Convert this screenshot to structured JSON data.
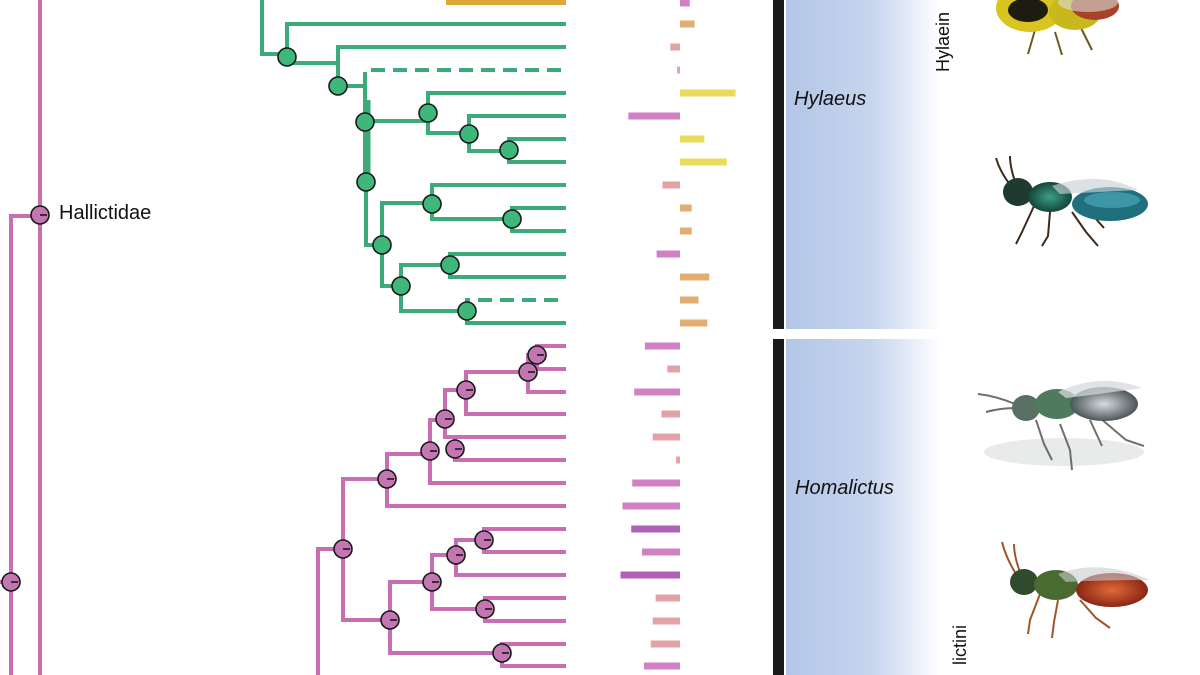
{
  "labels": {
    "family_node": "Hallictidae",
    "clade_top": "Hylaeus",
    "clade_bottom": "Homalictus",
    "tribe_top": "Hylaein",
    "tribe_bottom": "lictini"
  },
  "colors": {
    "green_branch": "#3daa7a",
    "green_node": "#3db87a",
    "pink_branch": "#c86fb4",
    "pink_node": "#c476b3",
    "bar_yellow": "#e8dc5a",
    "bar_orange": "#e0ad73",
    "bar_pink_light": "#e3a3a6",
    "bar_pink": "#d180c4",
    "bar_purple": "#b060b9",
    "bar_gold": "#e0a537",
    "clade_bar": "#1a1a1a",
    "gradient_blue": "#b6c8e6"
  },
  "trait_bars_top": [
    {
      "from": 0,
      "to": 0.5,
      "color": "bar_pink"
    },
    {
      "from": 0,
      "to": 0.75,
      "color": "bar_orange"
    },
    {
      "from": -0.5,
      "to": 0,
      "color": "bar_pink_light"
    },
    {
      "from": -0.15,
      "to": 0,
      "color": "bar_pink_light"
    },
    {
      "from": 0,
      "to": 2.85,
      "color": "bar_yellow"
    },
    {
      "from": -2.65,
      "to": 0,
      "color": "bar_pink"
    },
    {
      "from": 0,
      "to": 1.25,
      "color": "bar_yellow"
    },
    {
      "from": 0,
      "to": 2.4,
      "color": "bar_yellow"
    },
    {
      "from": -0.9,
      "to": 0,
      "color": "bar_pink_light"
    },
    {
      "from": 0,
      "to": 0.6,
      "color": "bar_orange"
    },
    {
      "from": 0,
      "to": 0.6,
      "color": "bar_orange"
    },
    {
      "from": -1.2,
      "to": 0,
      "color": "bar_pink"
    },
    {
      "from": 0,
      "to": 1.5,
      "color": "bar_orange"
    },
    {
      "from": 0,
      "to": 0.95,
      "color": "bar_orange"
    },
    {
      "from": 0,
      "to": 1.4,
      "color": "bar_orange"
    }
  ],
  "trait_bars_bottom": [
    {
      "from": -1.8,
      "to": 0,
      "color": "bar_pink"
    },
    {
      "from": -0.65,
      "to": 0,
      "color": "bar_pink_light"
    },
    {
      "from": -2.35,
      "to": 0,
      "color": "bar_pink"
    },
    {
      "from": -0.95,
      "to": 0,
      "color": "bar_pink_light"
    },
    {
      "from": -1.4,
      "to": 0,
      "color": "bar_pink_light"
    },
    {
      "from": -0.2,
      "to": 0,
      "color": "bar_pink_light"
    },
    {
      "from": -2.45,
      "to": 0,
      "color": "bar_pink"
    },
    {
      "from": -2.95,
      "to": 0,
      "color": "bar_pink"
    },
    {
      "from": -2.5,
      "to": 0,
      "color": "bar_purple"
    },
    {
      "from": -1.95,
      "to": 0,
      "color": "bar_pink"
    },
    {
      "from": -3.05,
      "to": 0,
      "color": "bar_purple"
    },
    {
      "from": -1.25,
      "to": 0,
      "color": "bar_pink_light"
    },
    {
      "from": -1.4,
      "to": 0,
      "color": "bar_pink_light"
    },
    {
      "from": -1.5,
      "to": 0,
      "color": "bar_pink_light"
    },
    {
      "from": -1.85,
      "to": 0,
      "color": "bar_pink"
    }
  ]
}
